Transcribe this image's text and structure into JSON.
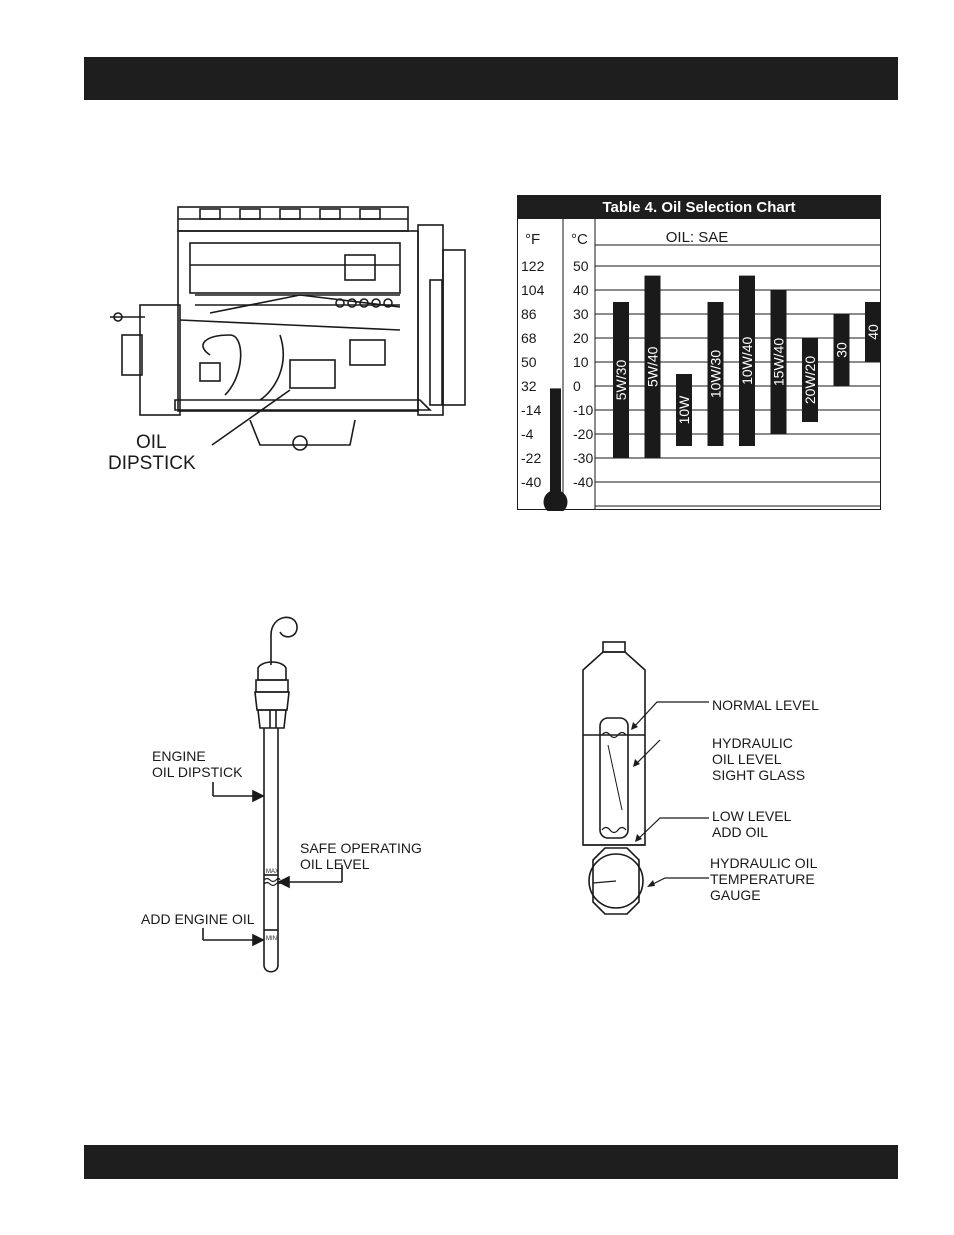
{
  "engine_figure": {
    "callout_line1": "OIL",
    "callout_line2": "DIPSTICK"
  },
  "chart_data": {
    "type": "bar",
    "title": "Table 4. Oil Selection Chart",
    "header_f": "°F",
    "header_c": "°C",
    "header_oil": "OIL: SAE",
    "fahrenheit_ticks": [
      "122",
      "104",
      "86",
      "68",
      "50",
      "32",
      "-14",
      "-4",
      "-22",
      "-40"
    ],
    "celsius_ticks": [
      "50",
      "40",
      "30",
      "20",
      "10",
      "0",
      "-10",
      "-20",
      "-30",
      "-40"
    ],
    "ylim": [
      -40,
      50
    ],
    "categories": [
      "5W/30",
      "5W/40",
      "10W",
      "10W/30",
      "10W/40",
      "15W/40",
      "20W/20",
      "30",
      "40"
    ],
    "ranges_celsius": [
      [
        -30,
        35
      ],
      [
        -30,
        46
      ],
      [
        -25,
        5
      ],
      [
        -25,
        35
      ],
      [
        -25,
        46
      ],
      [
        -20,
        40
      ],
      [
        -15,
        20
      ],
      [
        0,
        30
      ],
      [
        10,
        35
      ]
    ],
    "thermometer_fill_top_celsius": -1
  },
  "dipstick_figure": {
    "engine_label_line1": "ENGINE",
    "engine_label_line2": "OIL DIPSTICK",
    "safe_label_line1": "SAFE OPERATING",
    "safe_label_line2": "OIL LEVEL",
    "add_label": "ADD ENGINE OIL",
    "max_mark": "MAX",
    "min_mark": "MIN"
  },
  "sight_glass_figure": {
    "normal_level": "NORMAL LEVEL",
    "sight_glass_line1": "HYDRAULIC",
    "sight_glass_line2": "OIL LEVEL",
    "sight_glass_line3": "SIGHT GLASS",
    "low_level_line1": "LOW LEVEL",
    "low_level_line2": "ADD OIL",
    "gauge_line1": "HYDRAULIC OIL",
    "gauge_line2": "TEMPERATURE",
    "gauge_line3": "GAUGE"
  },
  "colors": {
    "bar": "#1e1e1e",
    "ink": "#1a1a1a"
  }
}
